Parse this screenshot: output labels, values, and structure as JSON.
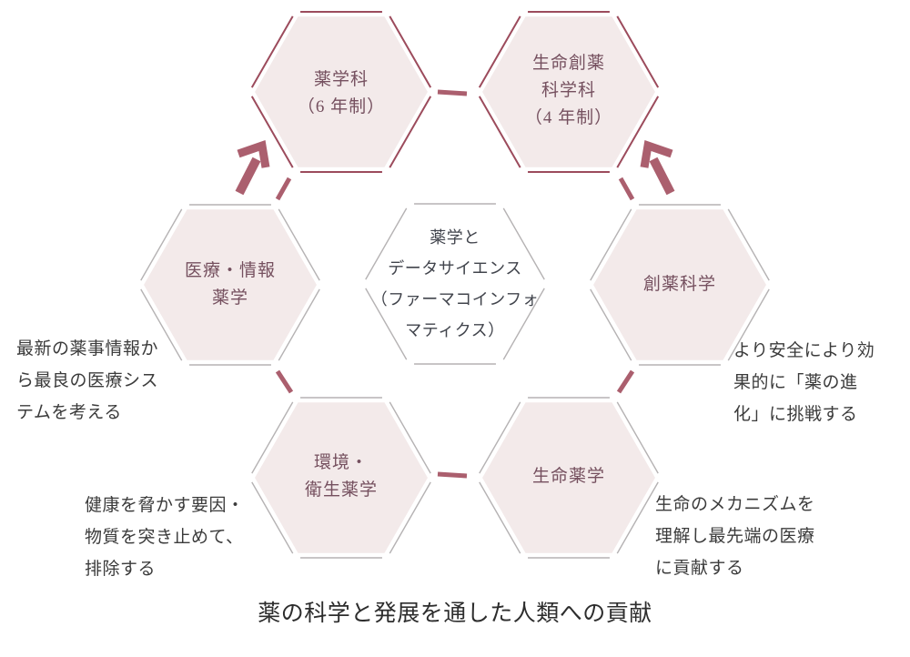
{
  "diagram": {
    "title": "薬の科学と発展を通した人類への貢献",
    "center_hexagon": {
      "label": "薬学と\nデータサイエンス\n（ファーマコインフォ\nマティクス）"
    },
    "hexagons": [
      {
        "id": "pharmacy-dept",
        "label": "薬学科\n（6 年制）",
        "emphasis": true
      },
      {
        "id": "life-drug-discovery-dept",
        "label": "生命創薬\n科学科\n（4 年制）",
        "emphasis": true
      },
      {
        "id": "medical-info-pharmacy",
        "label": "医療・情報\n薬学",
        "emphasis": false
      },
      {
        "id": "drug-discovery-science",
        "label": "創薬科学",
        "emphasis": false
      },
      {
        "id": "environment-hygiene-pharmacy",
        "label": "環境・\n衛生薬学",
        "emphasis": false
      },
      {
        "id": "life-pharmacy",
        "label": "生命薬学",
        "emphasis": false
      }
    ],
    "annotations": [
      {
        "id": "medical-info-note",
        "text": "最新の薬事情報か\nら最良の医療シス\nテムを考える"
      },
      {
        "id": "drug-discovery-note",
        "text": "より安全により効\n果的に「薬の進\n化」に挑戦する"
      },
      {
        "id": "environment-note",
        "text": "健康を脅かす要因・\n物質を突き止めて、\n排除する"
      },
      {
        "id": "life-pharmacy-note",
        "text": "生命のメカニズムを\n理解し最先端の医療\nに貢献する"
      }
    ],
    "colors": {
      "accent": "#ab5f6e",
      "emphasis_border": "#9c4b5c",
      "ring_border": "#b5b2b3",
      "hex_fill": "#f3eaea",
      "center_fill": "#ffffff",
      "label_text": "#75505f",
      "center_text": "#41444c",
      "note_text": "#3b3b3b",
      "title_text": "#2d2d2d"
    }
  }
}
